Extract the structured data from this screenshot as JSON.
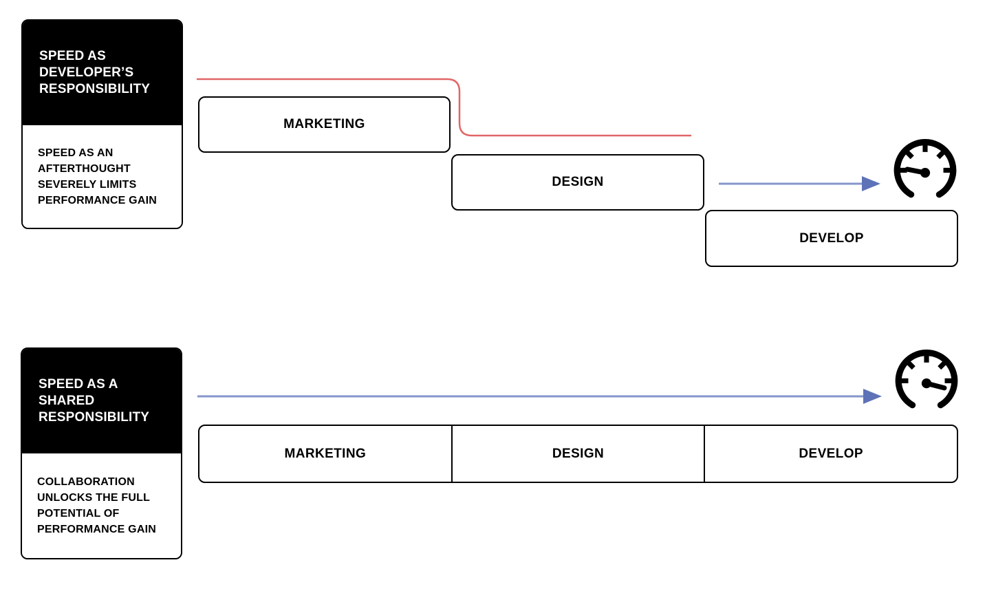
{
  "scenario_a": {
    "title": "SPEED AS DEVELOPER’S RESPONSIBILITY",
    "description": "SPEED AS AN AFTERTHOUGHT SEVERELY LIMITS PERFORMANCE GAIN",
    "phases": [
      "MARKETING",
      "DESIGN",
      "DEVELOP"
    ],
    "result_icon": "speedometer-slow-icon"
  },
  "scenario_b": {
    "title": "SPEED AS A SHARED RESPONSIBILITY",
    "description": "COLLABORATION UNLOCKS THE FULL POTENTIAL OF PERFORMANCE GAIN",
    "phases": [
      "MARKETING",
      "DESIGN",
      "DEVELOP"
    ],
    "result_icon": "speedometer-fast-icon"
  },
  "colors": {
    "connector_red": "#e06666",
    "arrow_shaft_blue": "#8496cb",
    "arrow_head_blue": "#5e72b8",
    "card_black": "#000000",
    "line_black": "#000000"
  }
}
